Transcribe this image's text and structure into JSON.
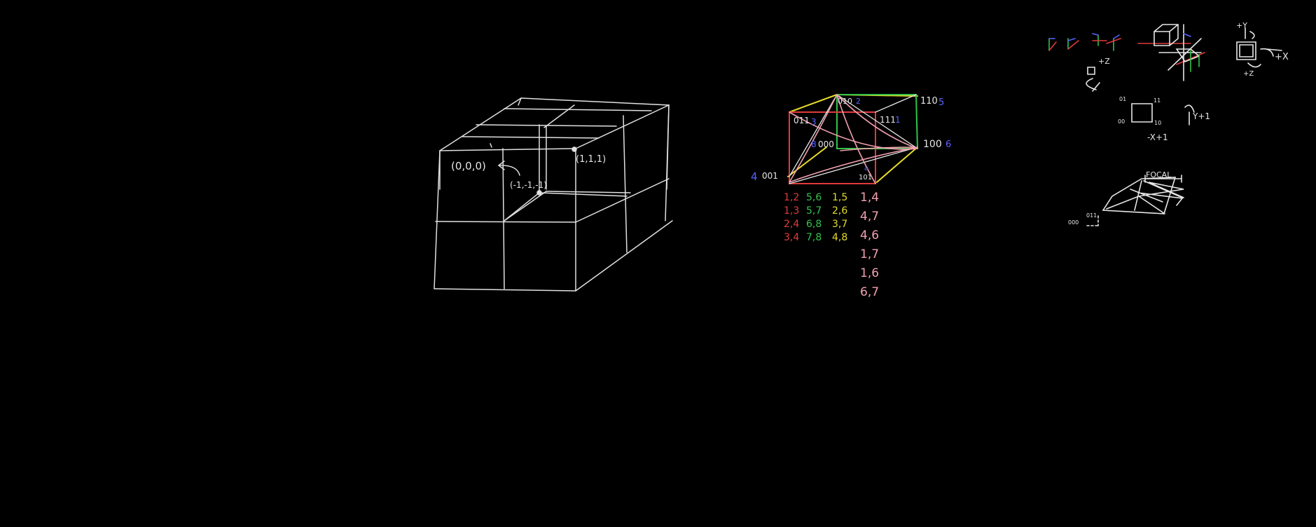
{
  "colors": {
    "background": "#000000",
    "white": "#e6e6e6",
    "red": "#e03a3a",
    "green": "#33c24a",
    "yellow": "#e6dc2a",
    "pink": "#f2a0b0",
    "blue": "#5a62ff"
  },
  "left_cube": {
    "origin_label": "(0,0,0)",
    "center_label": "(-1,-1,-1)",
    "corner_label": "(1,1,1)"
  },
  "binary_cube": {
    "labels": {
      "v010": "010",
      "v010_index": "2",
      "v011": "011",
      "v011_index": "3",
      "v110": "110",
      "v110_index": "5",
      "v111": "111",
      "v111_index": "1",
      "v000_index": "8",
      "v000": "000",
      "v100": "100",
      "v100_index": "6",
      "v001_index": "4",
      "v001": "001",
      "v101_index": "a",
      "v101": "101"
    },
    "edge_columns": {
      "red": [
        "1,2",
        "1,3",
        "2,4",
        "3,4"
      ],
      "green": [
        "5,6",
        "5,7",
        "6,8",
        "7,8"
      ],
      "yellow": [
        "1,5",
        "2,6",
        "3,7",
        "4,8"
      ],
      "pink": [
        "1,4",
        "4,7",
        "4,6",
        "1,7",
        "1,6",
        "6,7"
      ]
    }
  },
  "notes": {
    "axis_plus_y": "+Y",
    "axis_plus_z_top": "+Z",
    "axis_plus_x": "+X",
    "axis_plus_z_bottom": "+Z",
    "square_small_top": "01",
    "square_right": "11",
    "square_bottom_left": "00",
    "square_bottom_right": "10",
    "y_plus_one": "Y+1",
    "neg_x_plus_one": "-X+1",
    "focal_label": "FOCAL",
    "camera_label": "000",
    "camera_label2": "011"
  }
}
